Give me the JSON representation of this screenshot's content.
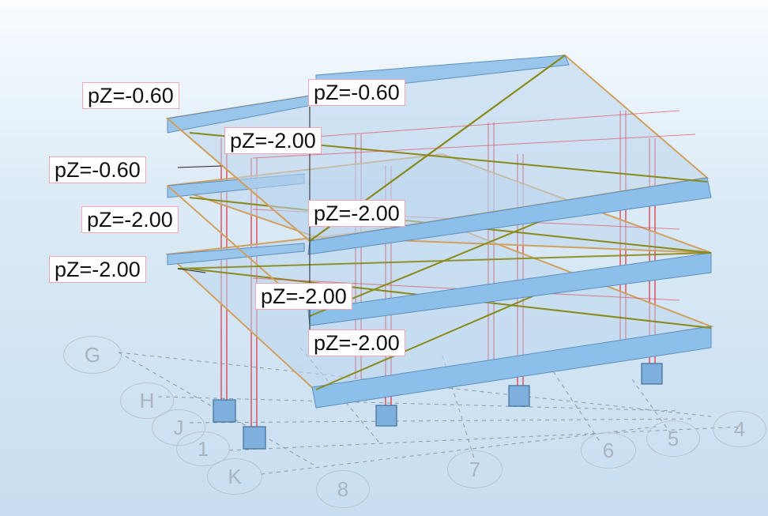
{
  "view": {
    "background_top": "#ffffff",
    "background_bottom": "#c8def0",
    "slab_fill": "#a9cdea",
    "slab_edge": "#5d8fc0",
    "beam_line": "#d0a060",
    "diagonal_line": "#8a8a1a",
    "column_line": "#e23a4a"
  },
  "load_labels": [
    {
      "text": "pZ=-0.60"
    },
    {
      "text": "pZ=-0.60"
    },
    {
      "text": "pZ=-2.00"
    },
    {
      "text": "pZ=-0.60"
    },
    {
      "text": "pZ=-2.00"
    },
    {
      "text": "pZ=-2.00"
    },
    {
      "text": "pZ=-2.00"
    },
    {
      "text": "pZ=-2.00"
    },
    {
      "text": "pZ=-2.00"
    }
  ],
  "grid_axes": {
    "letters": [
      "G",
      "H",
      "J",
      "K"
    ],
    "numbers": [
      "1",
      "8",
      "7",
      "6",
      "5",
      "4"
    ]
  }
}
